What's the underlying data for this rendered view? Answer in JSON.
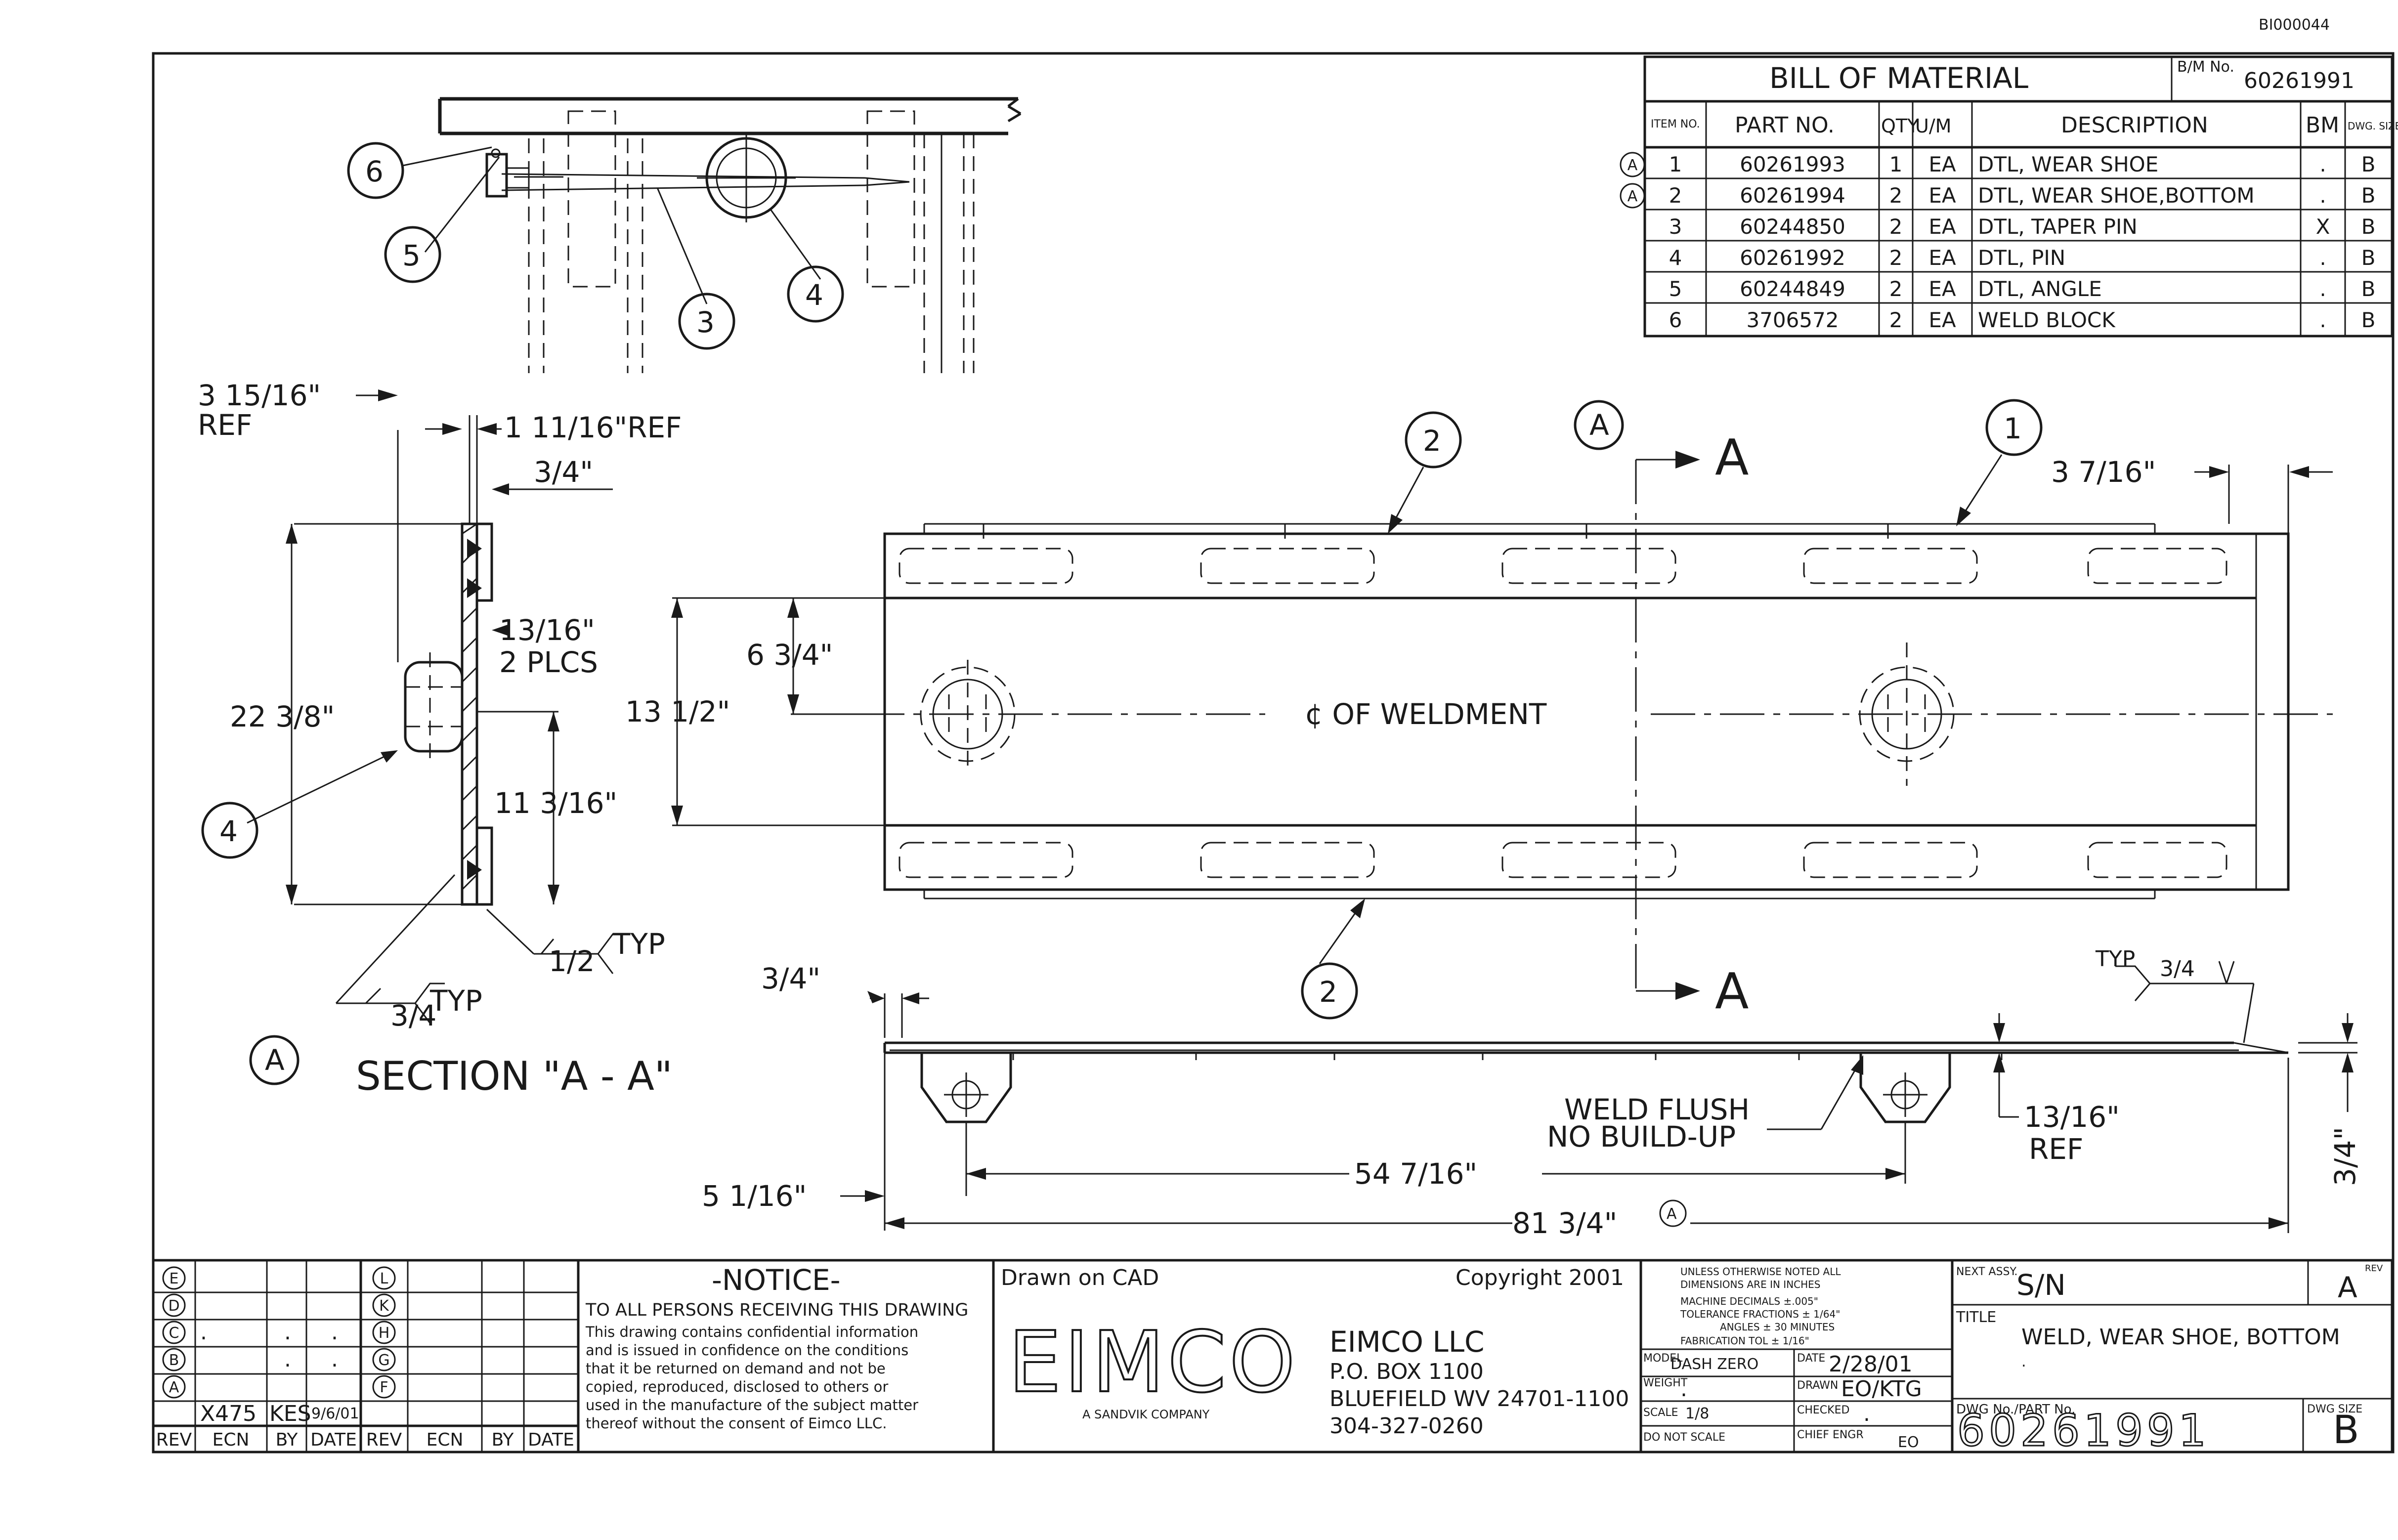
{
  "doc_ref": "BI000044",
  "bom": {
    "title": "BILL OF MATERIAL",
    "bm_no_label": "B/M No.",
    "bm_no": "60261991",
    "headers": {
      "item": "ITEM NO.",
      "part": "PART NO.",
      "qty": "QTY",
      "um": "U/M",
      "desc": "DESCRIPTION",
      "bm": "BM",
      "dwg": "DWG. SIZE"
    },
    "rows": [
      {
        "rev": "A",
        "item": "1",
        "part": "60261993",
        "qty": "1",
        "um": "EA",
        "desc": "DTL, WEAR SHOE",
        "bm": ".",
        "dwg": "B"
      },
      {
        "rev": "A",
        "item": "2",
        "part": "60261994",
        "qty": "2",
        "um": "EA",
        "desc": "DTL, WEAR SHOE,BOTTOM",
        "bm": ".",
        "dwg": "B"
      },
      {
        "rev": "",
        "item": "3",
        "part": "60244850",
        "qty": "2",
        "um": "EA",
        "desc": "DTL, TAPER PIN",
        "bm": "X",
        "dwg": "B"
      },
      {
        "rev": "",
        "item": "4",
        "part": "60261992",
        "qty": "2",
        "um": "EA",
        "desc": "DTL, PIN",
        "bm": ".",
        "dwg": "B"
      },
      {
        "rev": "",
        "item": "5",
        "part": "60244849",
        "qty": "2",
        "um": "EA",
        "desc": "DTL, ANGLE",
        "bm": ".",
        "dwg": "B"
      },
      {
        "rev": "",
        "item": "6",
        "part": "3706572",
        "qty": "2",
        "um": "EA",
        "desc": "WELD BLOCK",
        "bm": ".",
        "dwg": "B"
      }
    ]
  },
  "balloons": {
    "b1": "1",
    "b2": "2",
    "b3": "3",
    "b4": "4",
    "b5": "5",
    "b6": "6",
    "rev_a": "A"
  },
  "section": {
    "title": "SECTION \"A - A\"",
    "dim_ref1": "3 15/16\"",
    "dim_ref1_b": "REF",
    "dim_ref2": "1 11/16\"REF",
    "dim_34": "3/4\"",
    "dim_1316": "13/16\"",
    "dim_2plcs": "2 PLCS",
    "dim_2238": "22 3/8\"",
    "dim_11316": "11 3/16\"",
    "weld_12": "1/2",
    "weld_34": "3/4",
    "typ": "TYP"
  },
  "plan": {
    "dim_634": "6 3/4\"",
    "dim_1312": "13 1/2\"",
    "dim_3716": "3 7/16\"",
    "centerline": "¢ OF WELDMENT",
    "section_mark": "A"
  },
  "elevation": {
    "dim_34": "3/4\"",
    "dim_5116": "5 1/16\"",
    "dim_54716": "54 7/16\"",
    "dim_8134": "81 3/4\"",
    "dim_1316": "13/16\"",
    "dim_ref": "REF",
    "dim_34v": "3/4\"",
    "weld_note1": "WELD FLUSH",
    "weld_note2": "NO BUILD-UP",
    "typ": "TYP",
    "weld_34": "3/4"
  },
  "rev_block": {
    "left_revs": [
      "E",
      "D",
      "C",
      "B",
      "A"
    ],
    "right_revs": [
      "L",
      "K",
      "H",
      "G",
      "F"
    ],
    "row_a": {
      "ecn": "X475",
      "by": "KES",
      "date": "9/6/01"
    },
    "dots": ".",
    "headers": [
      "REV",
      "ECN",
      "BY",
      "DATE",
      "REV",
      "ECN",
      "BY",
      "DATE"
    ]
  },
  "notice": {
    "title": "-NOTICE-",
    "line1": "TO ALL PERSONS RECEIVING THIS DRAWING",
    "body": [
      "This drawing contains confidential information",
      "and is issued in confidence on the conditions",
      "that it be returned on demand and not be",
      "copied, reproduced, disclosed to others or",
      "used in the manufacture of the subject matter",
      "thereof without the consent of Eimco LLC."
    ]
  },
  "company": {
    "drawn_on": "Drawn on CAD",
    "copyright": "Copyright 2001",
    "logo": "EIMCO",
    "logo_sub": "A SANDVIK COMPANY",
    "name": "EIMCO LLC",
    "address1": "P.O. BOX 1100",
    "address2": "BLUEFIELD WV 24701-1100",
    "phone": "304-327-0260"
  },
  "tolerance": {
    "l1": "UNLESS OTHERWISE NOTED ALL",
    "l2": "DIMENSIONS ARE IN INCHES",
    "l3": "MACHINE   DECIMALS ±.005\"",
    "l4": "TOLERANCE FRACTIONS ± 1/64\"",
    "l5": "ANGLES ± 30 MINUTES",
    "l6": "FABRICATION TOL ± 1/16\""
  },
  "title_block": {
    "model_label": "MODEL",
    "model": "DASH ZERO",
    "date_label": "DATE",
    "date": "2/28/01",
    "weight_label": "WEIGHT",
    "weight": ".",
    "drawn_label": "DRAWN",
    "drawn": "EO/KTG",
    "scale_label": "SCALE",
    "scale": "1/8",
    "checked_label": "CHECKED",
    "checked": ".",
    "no_scale": "DO NOT SCALE",
    "chief_label": "CHIEF ENGR",
    "chief": "EO",
    "next_label": "NEXT ASSY.",
    "next": "S/N",
    "rev_label": "REV",
    "rev": "A",
    "title_label": "TITLE",
    "title": "WELD, WEAR SHOE, BOTTOM",
    "title_dot": ".",
    "dwg_label": "DWG No./PART No.",
    "dwg_no": "60261991",
    "dwg_size_label": "DWG SIZE",
    "dwg_size": "B"
  }
}
